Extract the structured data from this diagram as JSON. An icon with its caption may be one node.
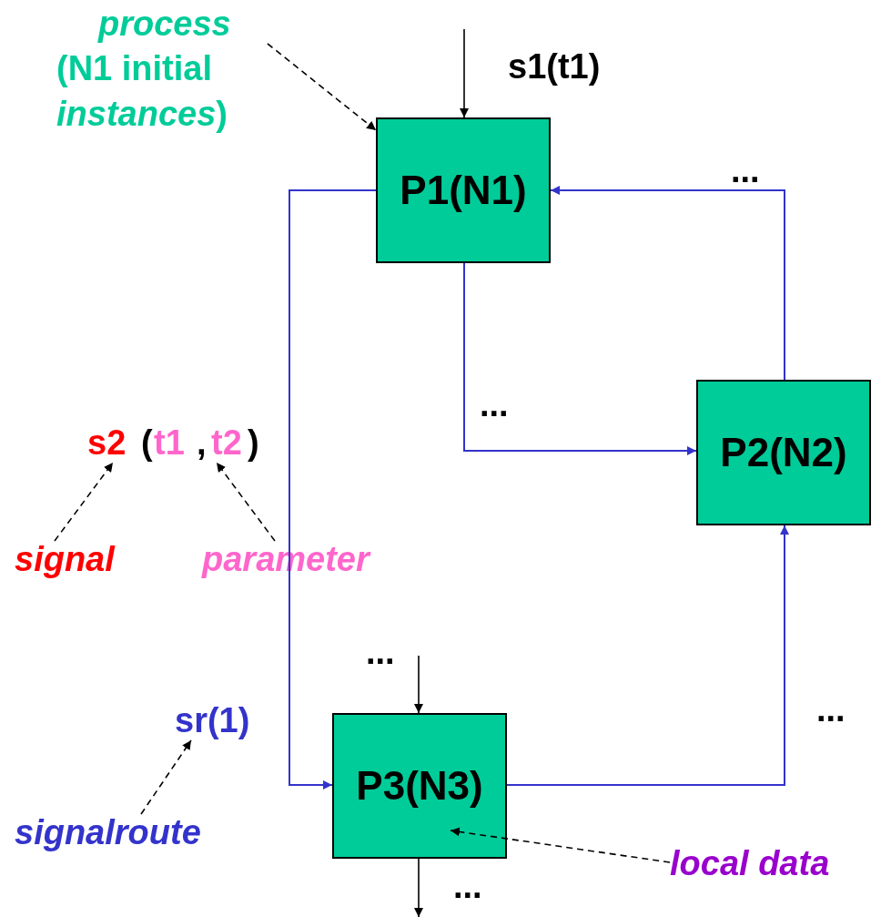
{
  "diagram": {
    "nodes": [
      {
        "text": [
          "process",
          "(N1 initial *instances*)"
        ]
      },
      {
        "text": [
          "P1(N1)"
        ]
      },
      {
        "text": [
          "P2(N2)"
        ]
      },
      {
        "text": [
          "s2"
        ]
      },
      {
        "text": [
          "t2"
        ]
      },
      {
        "text": [
          "signal"
        ]
      },
      {
        "text": [
          "parameter"
        ]
      },
      {
        "text": [
          "sr(1)"
        ]
      },
      {
        "text": [
          "P3(N3)"
        ]
      },
      {
        "text": [
          "signalroute"
        ]
      },
      {
        "text": [
          "local data"
        ]
      }
    ],
    "edges": [
      {
        "from": null,
        "to": 1,
        "arrow": "to",
        "label": "s1(t1)"
      },
      {
        "from": 0,
        "to": 1,
        "arrow": "to",
        "style": "dashed"
      },
      {
        "from": 1,
        "to": 8,
        "arrow": "to",
        "color": "#3333cc"
      },
      {
        "from": 1,
        "to": 2,
        "arrow": "to",
        "label": "...",
        "color": "#3333cc"
      },
      {
        "from": 2,
        "to": 1,
        "arrow": "to",
        "label": "...",
        "color": "#3333cc"
      },
      {
        "from": 5,
        "to": 3,
        "arrow": "to",
        "style": "dashed"
      },
      {
        "from": 6,
        "to": 4,
        "arrow": "to",
        "style": "dashed"
      },
      {
        "from": 9,
        "to": 7,
        "arrow": "to",
        "style": "dashed"
      },
      {
        "from": 8,
        "to": 2,
        "arrow": "to",
        "label": "...",
        "color": "#3333cc"
      },
      {
        "from": null,
        "to": 8,
        "arrow": "to",
        "label": "..."
      },
      {
        "from": 8,
        "to": null,
        "arrow": "to",
        "label": "..."
      },
      {
        "from": 10,
        "to": 8,
        "arrow": "to",
        "style": "dashed"
      }
    ],
    "labels": [
      "(",
      "t1",
      ",",
      ")"
    ]
  }
}
